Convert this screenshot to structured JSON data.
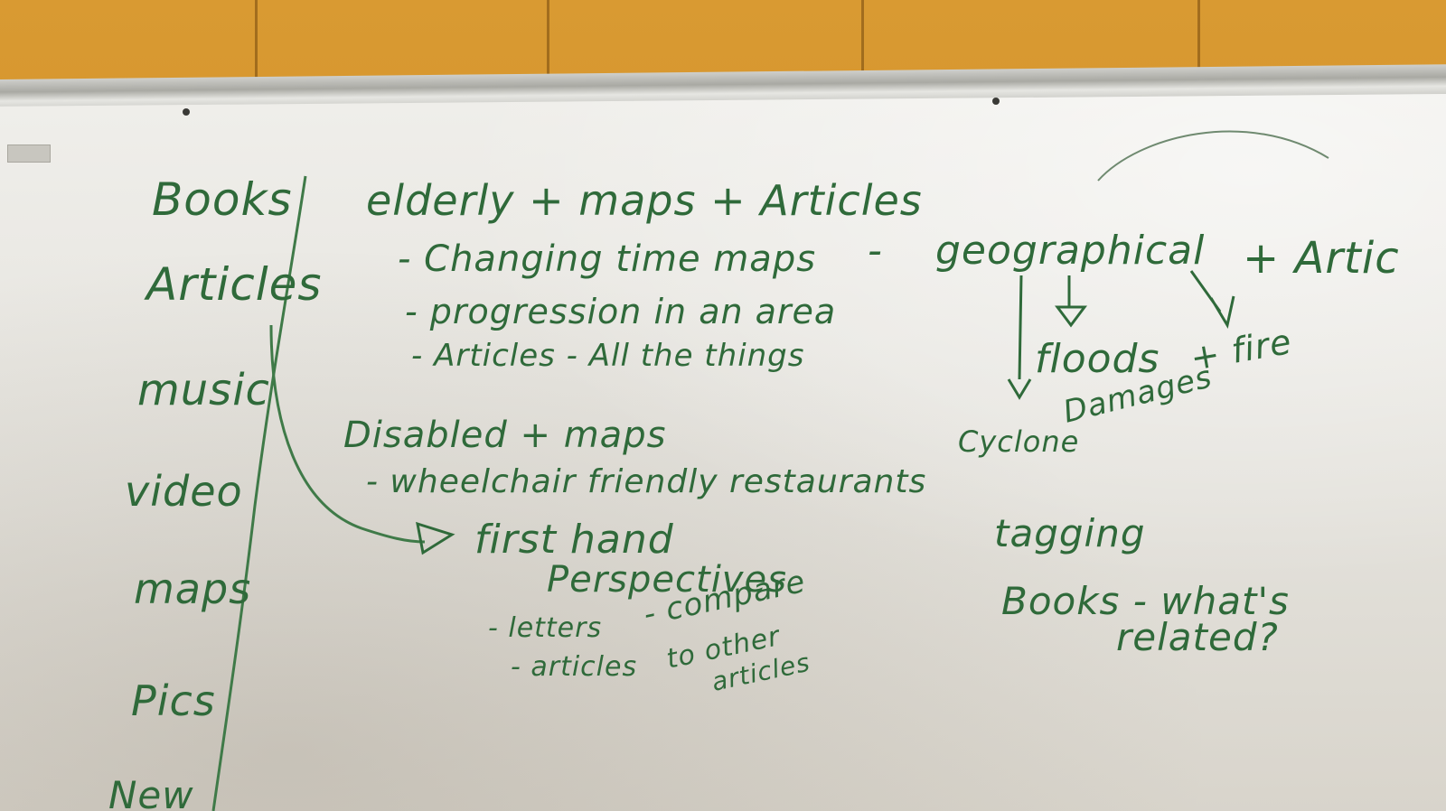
{
  "scene": {
    "description_colors": {
      "ink": "#2f6a3a",
      "wall": "#d99a32",
      "board": "#e8e6e0"
    }
  },
  "left_column": [
    "Books",
    "Articles",
    "music",
    "video",
    "maps",
    "Pics",
    "New"
  ],
  "top_line": "elderly + maps + Articles",
  "bullets": [
    "- Changing time maps",
    "- progression in an area",
    "- Articles   - All the things"
  ],
  "geo": {
    "dash": "-",
    "title": "geographical",
    "plus_articles": "+ Artic",
    "floods": "floods",
    "damages": "Damages",
    "plus_fire": "+ fire",
    "cyclone": "Cyclone"
  },
  "disabled": {
    "title": "Disabled + maps",
    "item": "- wheelchair friendly restaurants"
  },
  "first_hand": {
    "line1": "first hand",
    "line2": "Perspectives",
    "letters": "- letters",
    "articles": "- articles",
    "compare": "- compare",
    "to_other": "to other",
    "articles2": "articles"
  },
  "tagging": {
    "title": "tagging",
    "books": "Books - what's",
    "related": "related?"
  }
}
